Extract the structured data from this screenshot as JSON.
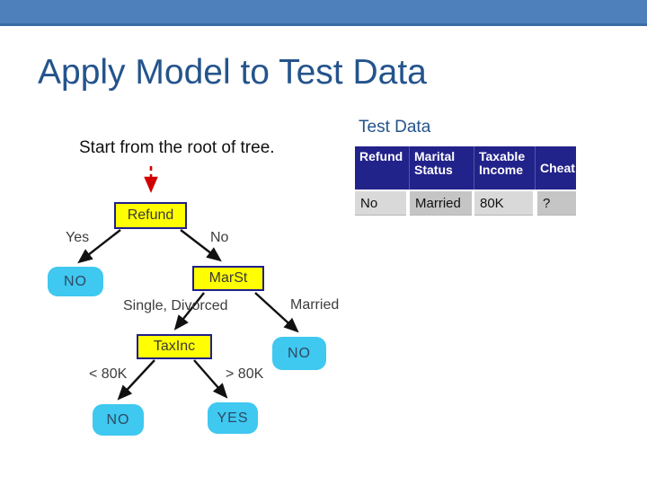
{
  "slide": {
    "title": "Apply Model to Test Data",
    "test_data_label": "Test Data",
    "instruction": "Start from the root of tree."
  },
  "test_table": {
    "headers": [
      "Refund",
      "Marital Status",
      "Taxable Income",
      "Cheat"
    ],
    "row": [
      "No",
      "Married",
      "80K",
      "?"
    ]
  },
  "tree": {
    "nodes": {
      "refund": "Refund",
      "marst": "MarSt",
      "taxinc": "TaxInc",
      "leaf_yes": "NO",
      "leaf_married": "NO",
      "leaf_lt80k": "NO",
      "leaf_gt80k": "YES"
    },
    "edges": {
      "yes": "Yes",
      "no": "No",
      "single_divorced": "Single, Divorced",
      "married": "Married",
      "lt80k": "< 80K",
      "gt80k": "> 80K"
    }
  },
  "colors": {
    "accent_bar": "#4e80bc",
    "title_text": "#24548c",
    "table_header_bg": "#22228b",
    "decision_node_bg": "#ffff00",
    "decision_node_border": "#20208a",
    "leaf_node_bg": "#3fc8f0",
    "pointer_arrow": "#d00000"
  }
}
